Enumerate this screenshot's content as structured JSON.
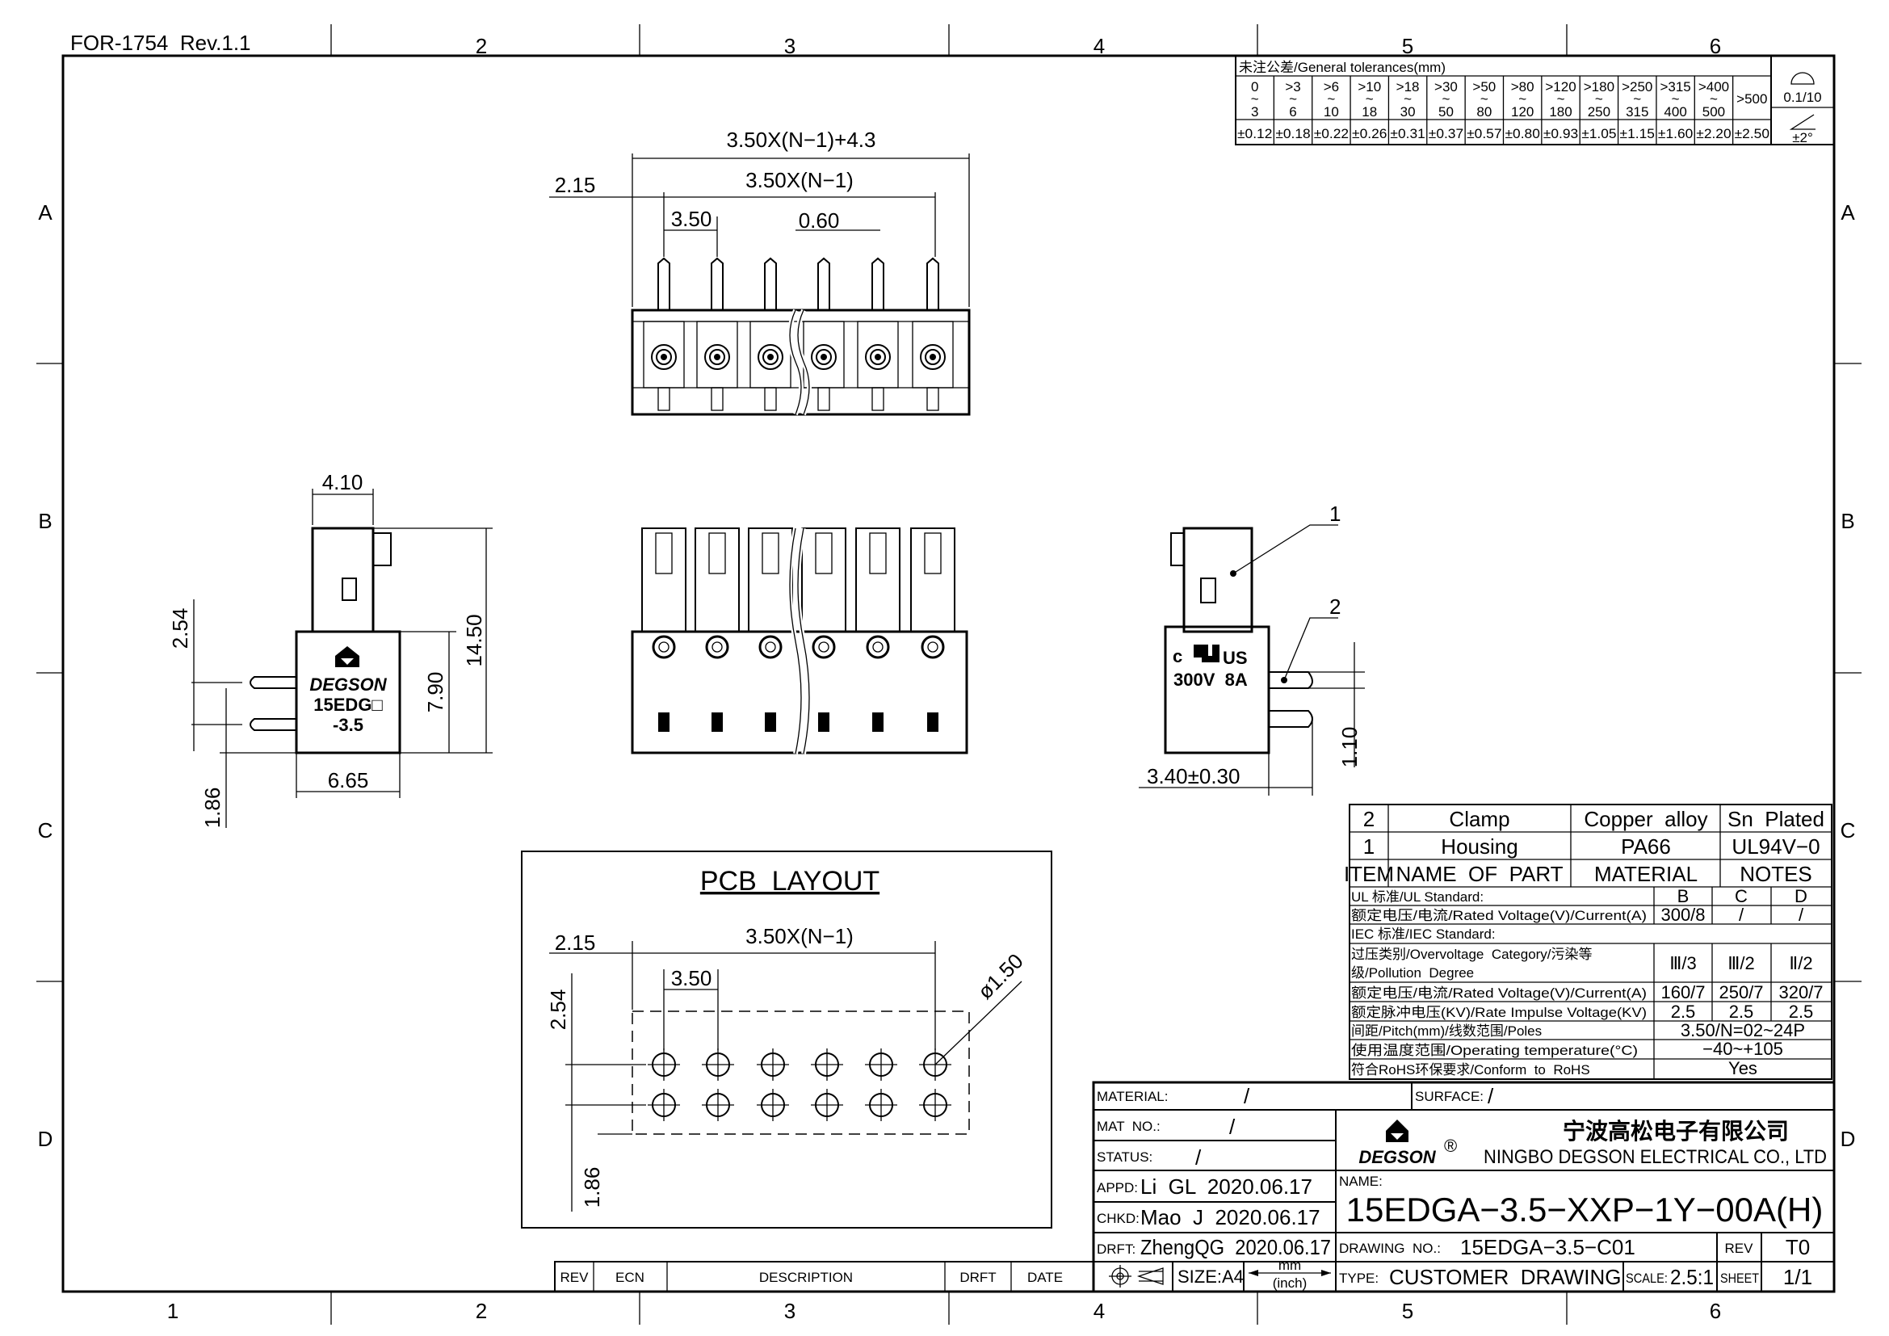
{
  "header": {
    "form_id": "FOR-1754  Rev.1.1"
  },
  "zones": {
    "columns": [
      "1",
      "2",
      "3",
      "4",
      "5",
      "6"
    ],
    "rows": [
      "A",
      "B",
      "C",
      "D"
    ]
  },
  "tolerances": {
    "title": "未注公差/General tolerances(mm)",
    "low": [
      "0",
      ">3",
      ">6",
      ">10",
      ">18",
      ">30",
      ">50",
      ">80",
      ">120",
      ">180",
      ">250",
      ">315",
      ">400"
    ],
    "high": [
      "3",
      "6",
      "10",
      "18",
      "30",
      "50",
      "80",
      "120",
      "180",
      "250",
      "315",
      "400",
      "500"
    ],
    "over": ">500",
    "values": [
      "±0.12",
      "±0.18",
      "±0.22",
      "±0.26",
      "±0.31",
      "±0.37",
      "±0.57",
      "±0.80",
      "±0.93",
      "±1.05",
      "±1.15",
      "±1.60",
      "±2.20",
      "±2.50"
    ],
    "tilde": "~",
    "arc_tol": "0.1/10",
    "angle_tol": "±2°"
  },
  "dimensions": {
    "total": "3.50X(N−1)+4.3",
    "pitch_span": "3.50X(N−1)",
    "offset": "2.15",
    "pitch": "3.50",
    "pin_width": "0.60",
    "top_width": "4.10",
    "height_total": "14.50",
    "height_body": "7.90",
    "pin_spacing": "2.54",
    "pin_offset": "1.86",
    "base_width": "6.65",
    "pin_protrusion": "3.40±0.30",
    "pin_thickness": "1.10",
    "hole_dia": "ø1.50"
  },
  "side_label": {
    "brand": "DEGSON",
    "model": "15EDG□",
    "pitch": "-3.5"
  },
  "ul_mark": {
    "c": "c",
    "us": "US",
    "rating": "300V  8A"
  },
  "callouts": [
    "1",
    "2"
  ],
  "pcb": {
    "title": "PCB  LAYOUT"
  },
  "parts": {
    "rows": [
      {
        "item": "2",
        "name": "Clamp",
        "material": "Copper  alloy",
        "notes": "Sn  Plated"
      },
      {
        "item": "1",
        "name": "Housing",
        "material": "PA66",
        "notes": "UL94V−0"
      }
    ],
    "header": {
      "item": "ITEM",
      "name": "NAME  OF  PART",
      "material": "MATERIAL",
      "notes": "NOTES"
    }
  },
  "specs": {
    "ul_standard": "UL 标准/UL Standard:",
    "cols": [
      "B",
      "C",
      "D"
    ],
    "ul_rated_label": "额定电压/电流/Rated  Voltage(V)/Current(A)",
    "ul_rated": [
      "300/8",
      "/",
      "/"
    ],
    "iec_standard": "IEC 标准/IEC Standard:",
    "overvoltage_label_1": "过压类别/Overvoltage  Category/污染等",
    "overvoltage_label_2": "级/Pollution  Degree",
    "overvoltage": [
      "Ⅲ/3",
      "Ⅲ/2",
      "Ⅱ/2"
    ],
    "iec_rated_label": "额定电压/电流/Rated  Voltage(V)/Current(A)",
    "iec_rated": [
      "160/7",
      "250/7",
      "320/7"
    ],
    "impulse_label": "额定脉冲电压(KV)/Rate  Impulse  Voltage(KV)",
    "impulse": [
      "2.5",
      "2.5",
      "2.5"
    ],
    "pitch_label": "间距/Pitch(mm)/线数范围/Poles",
    "pitch_value": "3.50/N=02~24P",
    "temp_label": "使用温度范围/Operating  temperature(°C)",
    "temp_value": "−40~+105",
    "rohs_label": "符合RoHS环保要求/Conform  to  RoHS",
    "rohs_value": "Yes"
  },
  "title_block": {
    "material_label": "MATERIAL:",
    "material": "/",
    "surface_label": "SURFACE:",
    "surface": "/",
    "mat_no_label": "MAT  NO.:",
    "mat_no": "/",
    "status_label": "STATUS:",
    "status": "/",
    "appd_label": "APPD:",
    "appd": "Li  GL  2020.06.17",
    "chkd_label": "CHKD:",
    "chkd": "Mao  J  2020.06.17",
    "drft_label": "DRFT:",
    "drft": "ZhengQG  2020.06.17",
    "company_cn": "宁波高松电子有限公司",
    "company_en": "NINGBO DEGSON ELECTRICAL CO., LTD",
    "logo_text": "DEGSON",
    "registered": "®",
    "name_label": "NAME:",
    "name": "15EDGA−3.5−XXP−1Y−00A(H)",
    "drawing_no_label": "DRAWING  NO.:",
    "drawing_no": "15EDGA−3.5−C01",
    "rev_label": "REV",
    "rev": "T0",
    "size": "SIZE:A4",
    "unit_top": "mm",
    "unit_bottom": "(inch)",
    "type_label": "TYPE:",
    "type": "CUSTOMER  DRAWING",
    "scale_label": "SCALE:",
    "scale": "2.5:1",
    "sheet_label": "SHEET",
    "sheet": "1/1"
  },
  "revision_table": {
    "headers": [
      "REV",
      "ECN",
      "DESCRIPTION",
      "DRFT",
      "DATE"
    ]
  }
}
